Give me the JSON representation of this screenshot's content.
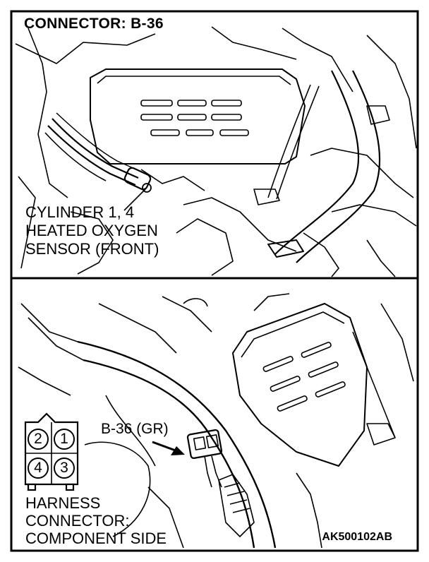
{
  "title": "CONNECTOR: B-36",
  "top_panel": {
    "callout_lines": [
      "CYLINDER 1, 4",
      "HEATED OXYGEN",
      "SENSOR (FRONT)"
    ]
  },
  "bottom_panel": {
    "connector_label": "B-36 (GR)",
    "connector_pins": [
      "2",
      "1",
      "4",
      "3"
    ],
    "harness_lines": [
      "HARNESS",
      "CONNECTOR:",
      "COMPONENT SIDE"
    ],
    "figure_code": "AK500102AB"
  },
  "colors": {
    "line": "#000000",
    "background": "#ffffff"
  }
}
